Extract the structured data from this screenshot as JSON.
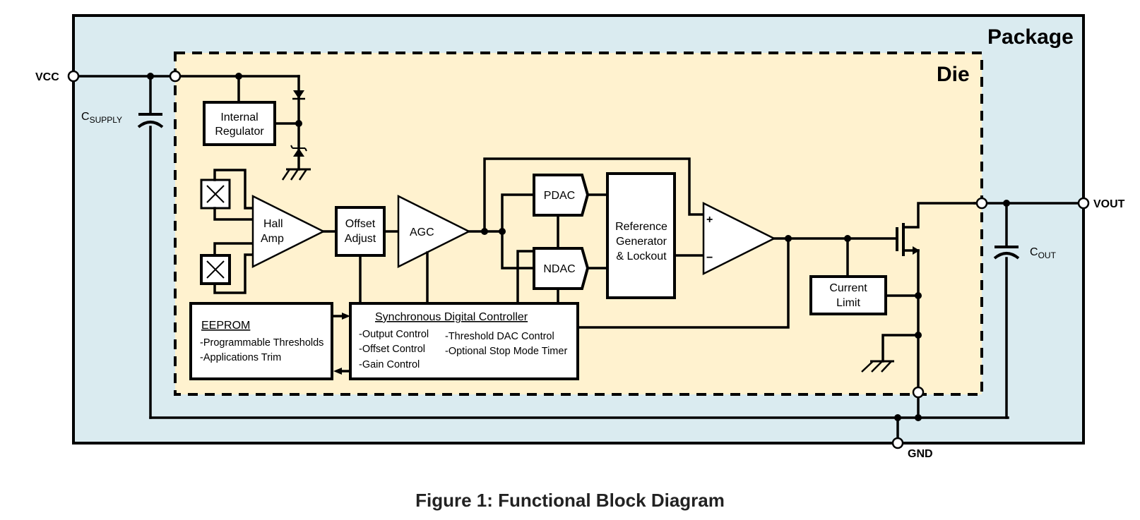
{
  "figure": {
    "caption": "Figure 1: Functional Block Diagram",
    "colors": {
      "package_fill": "#DAEBF0",
      "die_fill": "#FFF2CF",
      "line": "#000000",
      "block_fill": "#FFFFFF"
    }
  },
  "regions": {
    "package_label": "Package",
    "die_label": "Die"
  },
  "pins": {
    "vcc": "VCC",
    "vout": "VOUT",
    "gnd": "GND"
  },
  "components": {
    "c_supply": {
      "main": "C",
      "sub": "SUPPLY"
    },
    "c_out": {
      "main": "C",
      "sub": "OUT"
    },
    "internal_regulator": {
      "line1": "Internal",
      "line2": "Regulator"
    },
    "hall_amp": {
      "line1": "Hall",
      "line2": "Amp"
    },
    "offset_adjust": {
      "line1": "Offset",
      "line2": "Adjust"
    },
    "agc": "AGC",
    "pdac": "PDAC",
    "ndac": "NDAC",
    "reference_generator": {
      "line1": "Reference",
      "line2": "Generator",
      "line3": "& Lockout"
    },
    "comparator": {
      "plus": "+",
      "minus": "−"
    },
    "current_limit": {
      "line1": "Current",
      "line2": "Limit"
    },
    "eeprom": {
      "title": "EEPROM",
      "items": [
        "-Programmable Thresholds",
        "-Applications Trim"
      ]
    },
    "controller": {
      "title": "Synchronous Digital Controller",
      "col1": [
        "-Output Control",
        "-Offset Control",
        "-Gain Control"
      ],
      "col2": [
        "-Threshold DAC Control",
        "-Optional Stop Mode Timer"
      ]
    }
  }
}
